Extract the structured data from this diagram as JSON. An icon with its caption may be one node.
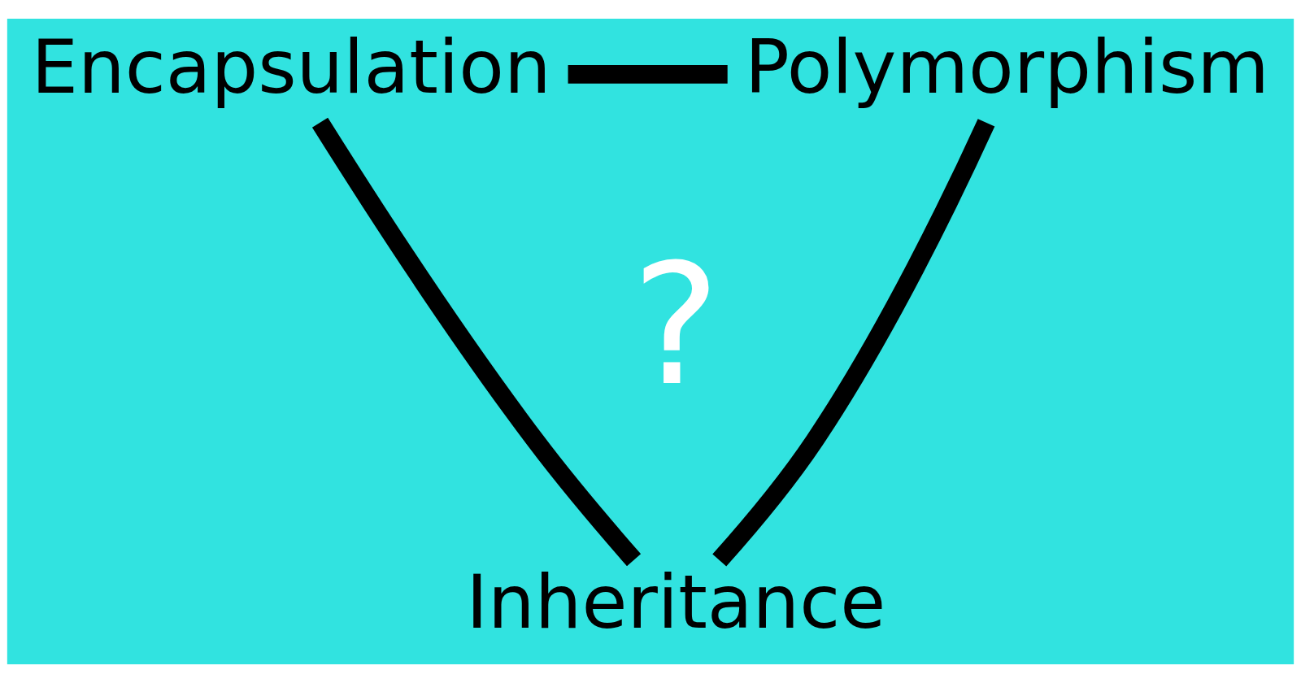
{
  "diagram": {
    "nodes": [
      {
        "text": [
          "Encapsulation"
        ]
      },
      {
        "text": [
          "Polymorphism"
        ]
      },
      {
        "text": [
          "Inheritance"
        ]
      }
    ],
    "edges": [
      {
        "from": 0,
        "to": 1,
        "arrow": "none"
      },
      {
        "from": 0,
        "to": 2,
        "arrow": "none"
      },
      {
        "from": 1,
        "to": 2,
        "arrow": "none"
      }
    ],
    "labels": [
      "?"
    ]
  }
}
